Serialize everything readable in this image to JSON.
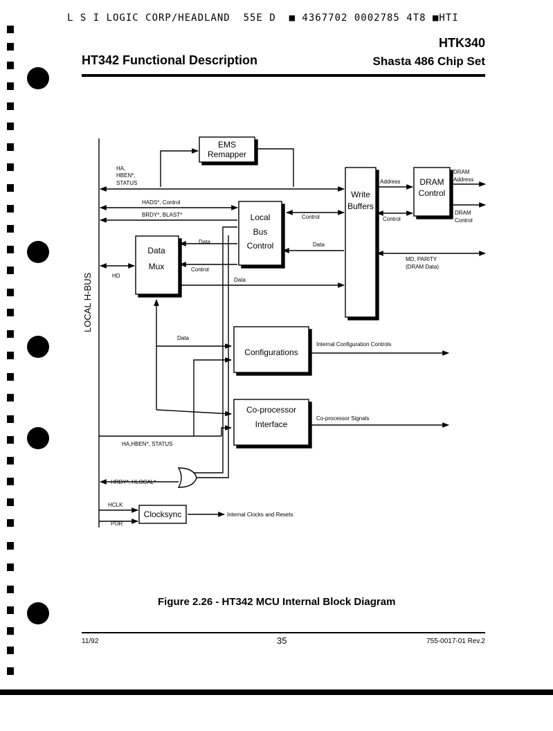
{
  "page": {
    "scan_header": "L S I LOGIC CORP/HEADLAND  55E D  ■ 4367702 0002785 4T8 ■HTI",
    "product_code": "HTK340",
    "section_title": "HT342 Functional Description",
    "chipset_title": "Shasta 486 Chip Set",
    "figure_caption": "Figure 2.26 - HT342 MCU Internal Block Diagram",
    "footer": {
      "date": "11/92",
      "page_number": "35",
      "doc_number": "755-0017-01 Rev.2"
    }
  },
  "diagram": {
    "bus_label": "LOCAL H-BUS",
    "blocks": {
      "ems": [
        "EMS",
        "Remapper"
      ],
      "write_buffers": [
        "Write",
        "Buffers"
      ],
      "dram": [
        "DRAM",
        "Control"
      ],
      "local_bus": [
        "Local",
        "Bus",
        "Control"
      ],
      "data_mux": [
        "Data",
        "Mux"
      ],
      "config": "Configurations",
      "coproc": [
        "Co-processor",
        "Interface"
      ],
      "clocksync": "Clocksync"
    },
    "signals": {
      "ha_status": [
        "HA,",
        "HBEN*,",
        "STATUS"
      ],
      "hads": "HADS*, Control",
      "brdy": "BRDY*, BLAST*",
      "control": "Control",
      "data": "Data",
      "hd": "HD",
      "address": "Address",
      "dram_address": [
        "DRAM",
        "Address"
      ],
      "dram_control": [
        "DRAM",
        "Control"
      ],
      "md_parity": [
        "MD, PARITY",
        "(DRAM Data)"
      ],
      "internal_config": "Internal Configuration Controls",
      "coproc_signals": "Co-processor Signals",
      "ha_hben_status": "HA,HBEN*, STATUS",
      "hrdy_hlocal": "HRDY*, HLOCAL*",
      "hclk": "HCLK",
      "por": "POR",
      "internal_clocks": "Internal Clocks and Resets"
    }
  }
}
